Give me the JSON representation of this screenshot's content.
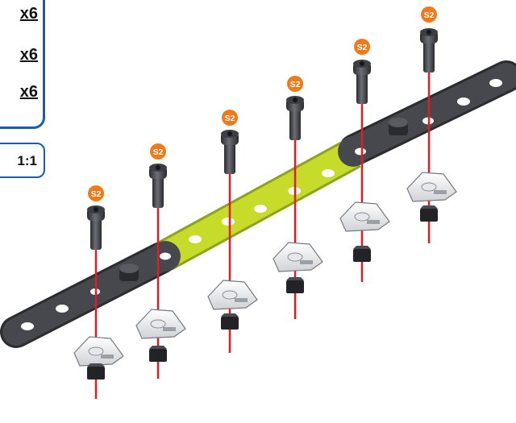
{
  "parts_list": {
    "quantities": [
      "x6",
      "x6",
      "x6"
    ]
  },
  "scale": "1:1",
  "part_code": "S2",
  "colors": {
    "box_border": "#1a5bb8",
    "label_badge": "#f07a1a",
    "axis_line": "#e01c24",
    "dark_strip": "#3c3d42",
    "green_strip": "#c7dc2a"
  },
  "icons": [
    "screw-icon",
    "nut-icon",
    "clip-icon",
    "strip-icon"
  ]
}
